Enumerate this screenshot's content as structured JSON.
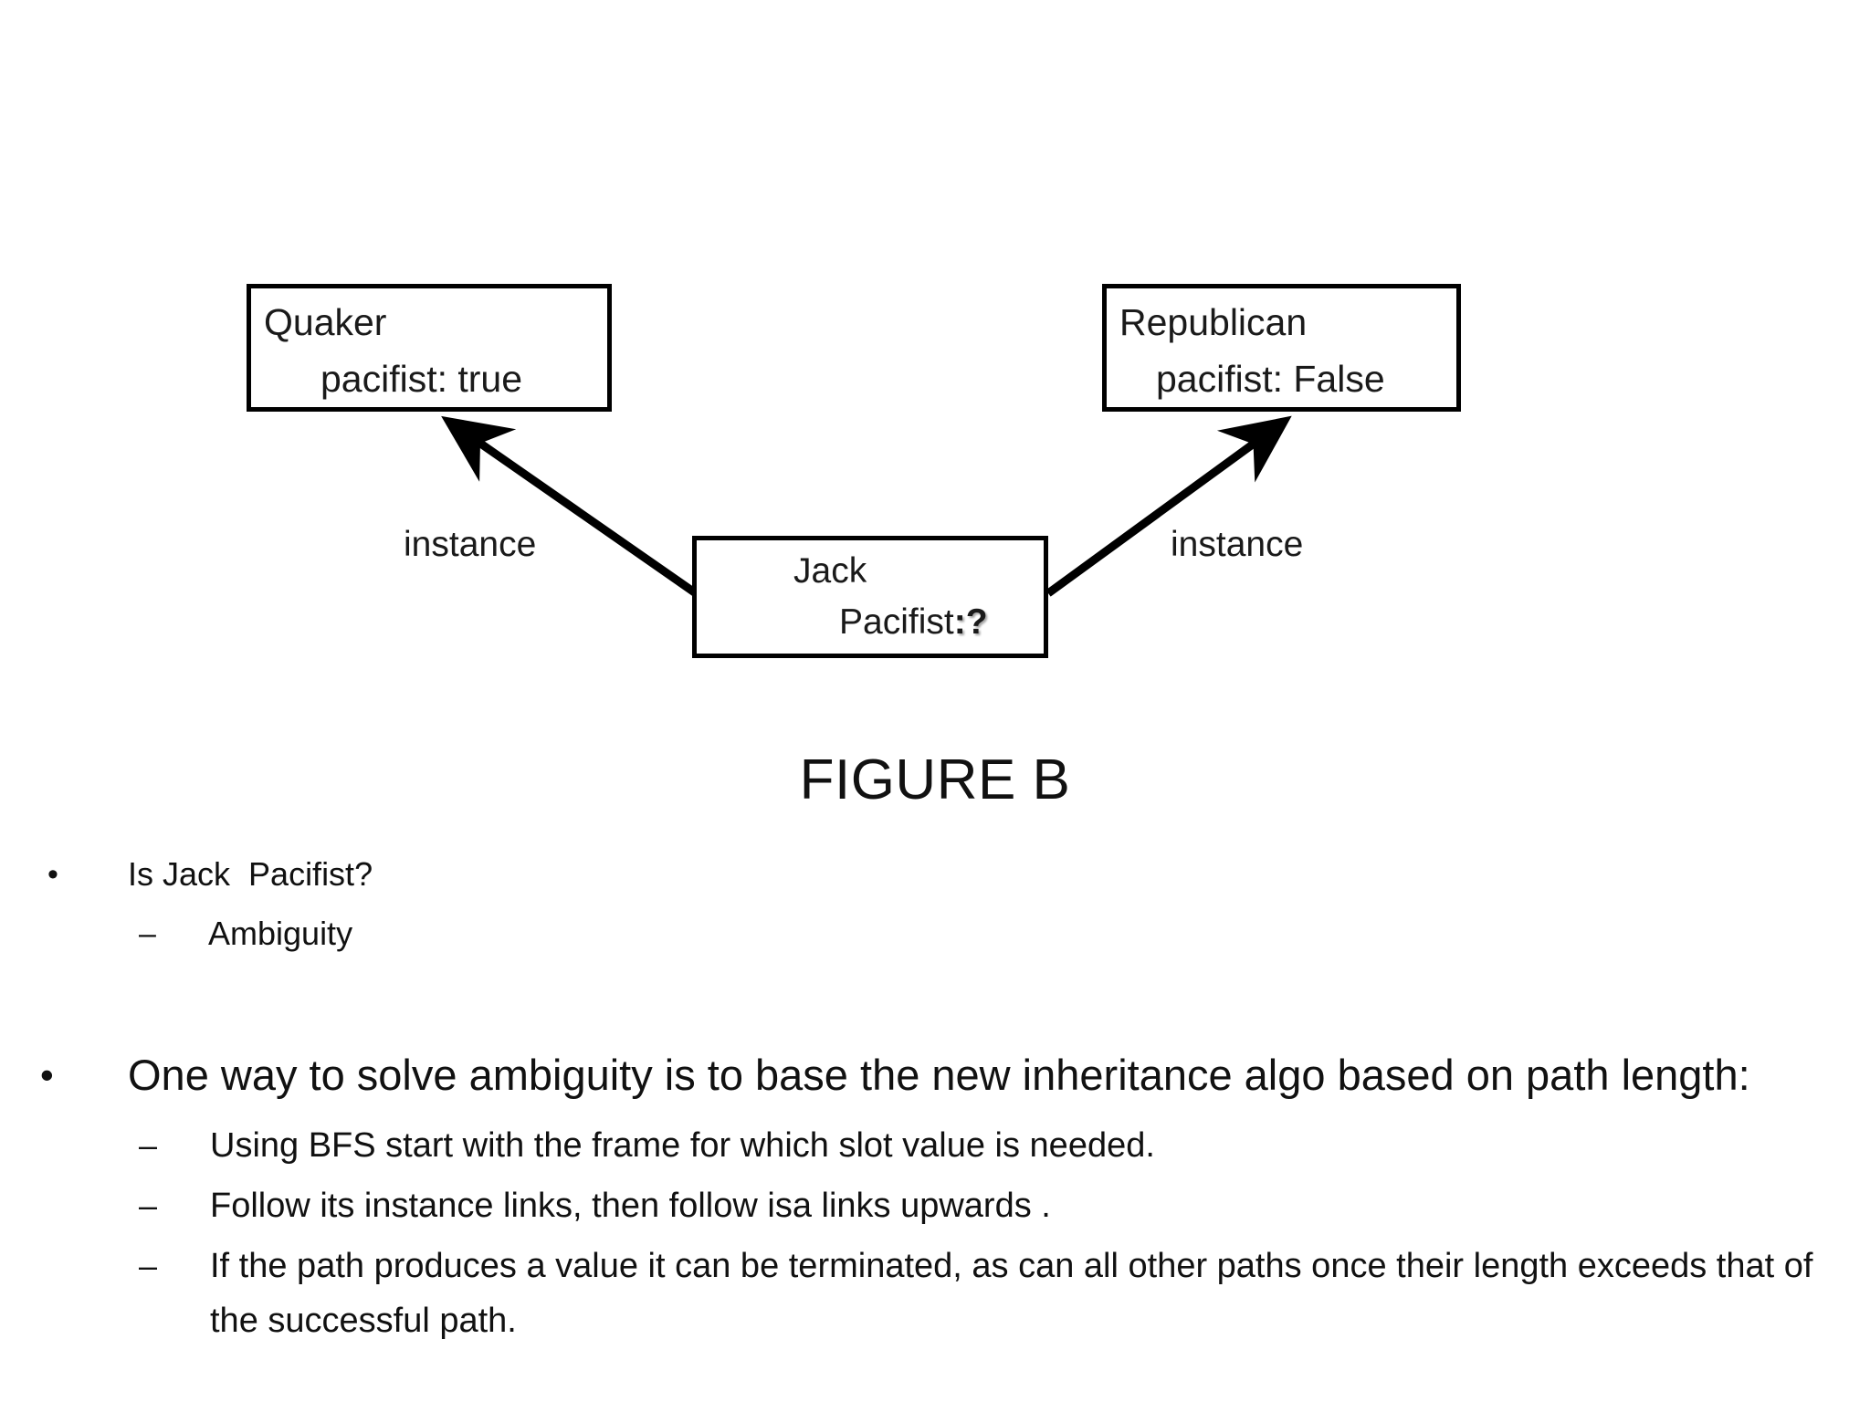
{
  "diagram": {
    "nodes": [
      {
        "id": "quaker",
        "title": "Quaker",
        "slot": "pacifist: true"
      },
      {
        "id": "republican",
        "title": "Republican",
        "slot": "pacifist: False"
      },
      {
        "id": "jack",
        "title": "Jack",
        "slot_label": "Pacifist",
        "slot_separator": ":",
        "slot_value": "?"
      }
    ],
    "edges": [
      {
        "from": "jack",
        "to": "quaker",
        "label": "instance"
      },
      {
        "from": "jack",
        "to": "republican",
        "label": "instance"
      }
    ],
    "line_color": "#000000"
  },
  "caption": "FIGURE B",
  "bullets": {
    "group_one": {
      "level1": {
        "marker": "•",
        "text": "Is Jack  Pacifist?"
      },
      "level2": [
        {
          "marker": "–",
          "text": "Ambiguity"
        }
      ]
    },
    "group_two": {
      "level1": {
        "marker": "•",
        "text": "One way to solve ambiguity is to base the new inheritance algo based on path length:"
      },
      "level2": [
        {
          "marker": "–",
          "text": "Using BFS start with the frame for which slot value is needed."
        },
        {
          "marker": "–",
          "text": "Follow its instance links, then follow isa links upwards ."
        },
        {
          "marker": "–",
          "text": "If the path produces a value it can be terminated, as can all other paths once their length exceeds that of the successful path."
        }
      ]
    }
  },
  "colors": {
    "background": "#ffffff",
    "text": "#111111",
    "stroke": "#000000"
  }
}
